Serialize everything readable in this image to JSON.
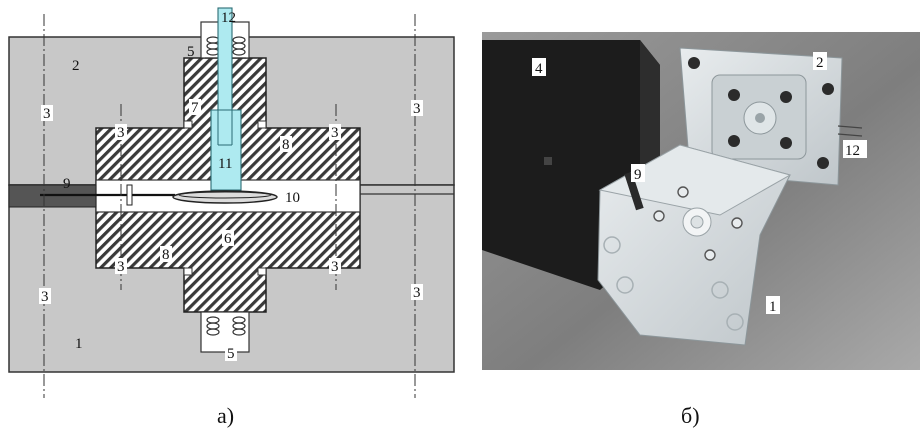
{
  "figure": {
    "caption_left": "а)",
    "caption_right": "б)"
  },
  "diagram_labels": {
    "l12": "12",
    "l2": "2",
    "l5_top": "5",
    "l5_bottom": "5",
    "l7": "7",
    "l8_right": "8",
    "l8_left": "8",
    "l11": "11",
    "l9": "9",
    "l10": "10",
    "l6": "6",
    "l1": "1",
    "l3": "3"
  },
  "photo_labels": {
    "l4": "4",
    "l2": "2",
    "l12": "12",
    "l9": "9",
    "l1": "1"
  },
  "colors": {
    "plate_gray": "#c8c8c8",
    "hatch_fill": "#6a6a6a",
    "capillary_cyan": "#aeeaf0",
    "channel_white": "#ffffff",
    "photo_bg": "#8a8a8a",
    "block_black": "#1c1c1c"
  }
}
